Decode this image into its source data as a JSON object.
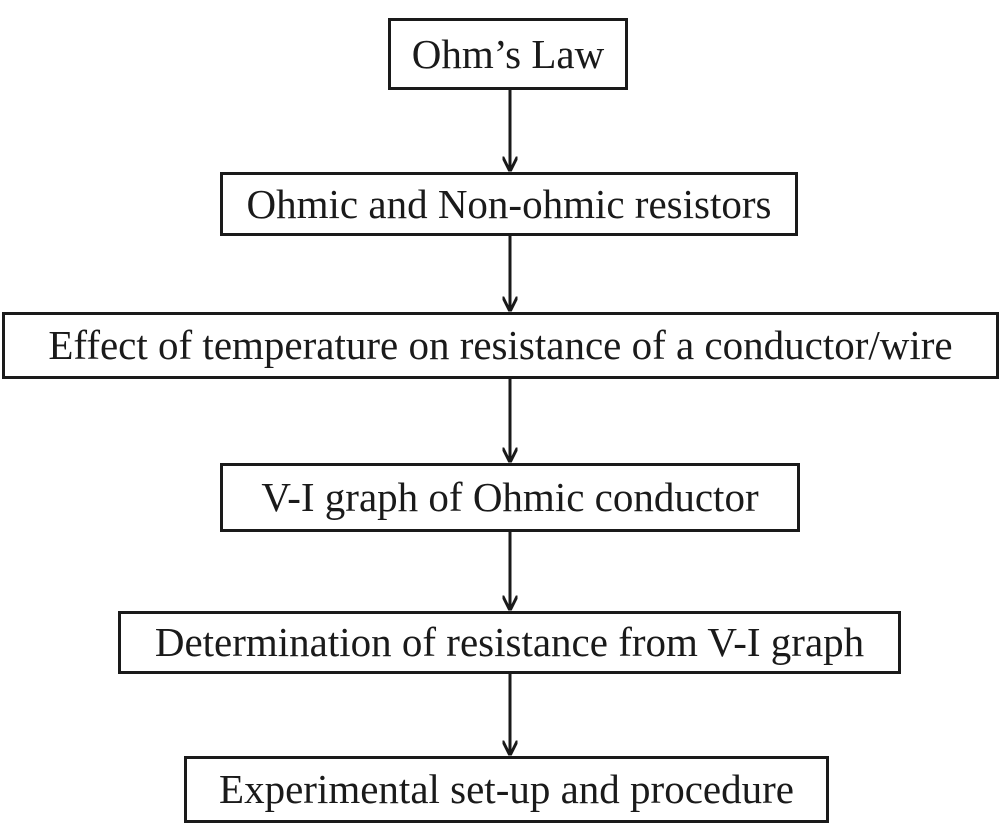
{
  "diagram": {
    "nodes": [
      {
        "id": "n0",
        "label": "Ohm’s Law"
      },
      {
        "id": "n1",
        "label": "Ohmic and Non-ohmic resistors"
      },
      {
        "id": "n2",
        "label": "Effect of temperature on resistance of a conductor/wire"
      },
      {
        "id": "n3",
        "label": "V-I graph of Ohmic conductor"
      },
      {
        "id": "n4",
        "label": "Determination of resistance from V-I graph"
      },
      {
        "id": "n5",
        "label": "Experimental set-up and procedure"
      }
    ],
    "edges": [
      {
        "from": "n0",
        "to": "n1"
      },
      {
        "from": "n1",
        "to": "n2"
      },
      {
        "from": "n2",
        "to": "n3"
      },
      {
        "from": "n3",
        "to": "n4"
      },
      {
        "from": "n4",
        "to": "n5"
      }
    ]
  },
  "colors": {
    "stroke": "#1a1a1a",
    "background": "#ffffff"
  }
}
